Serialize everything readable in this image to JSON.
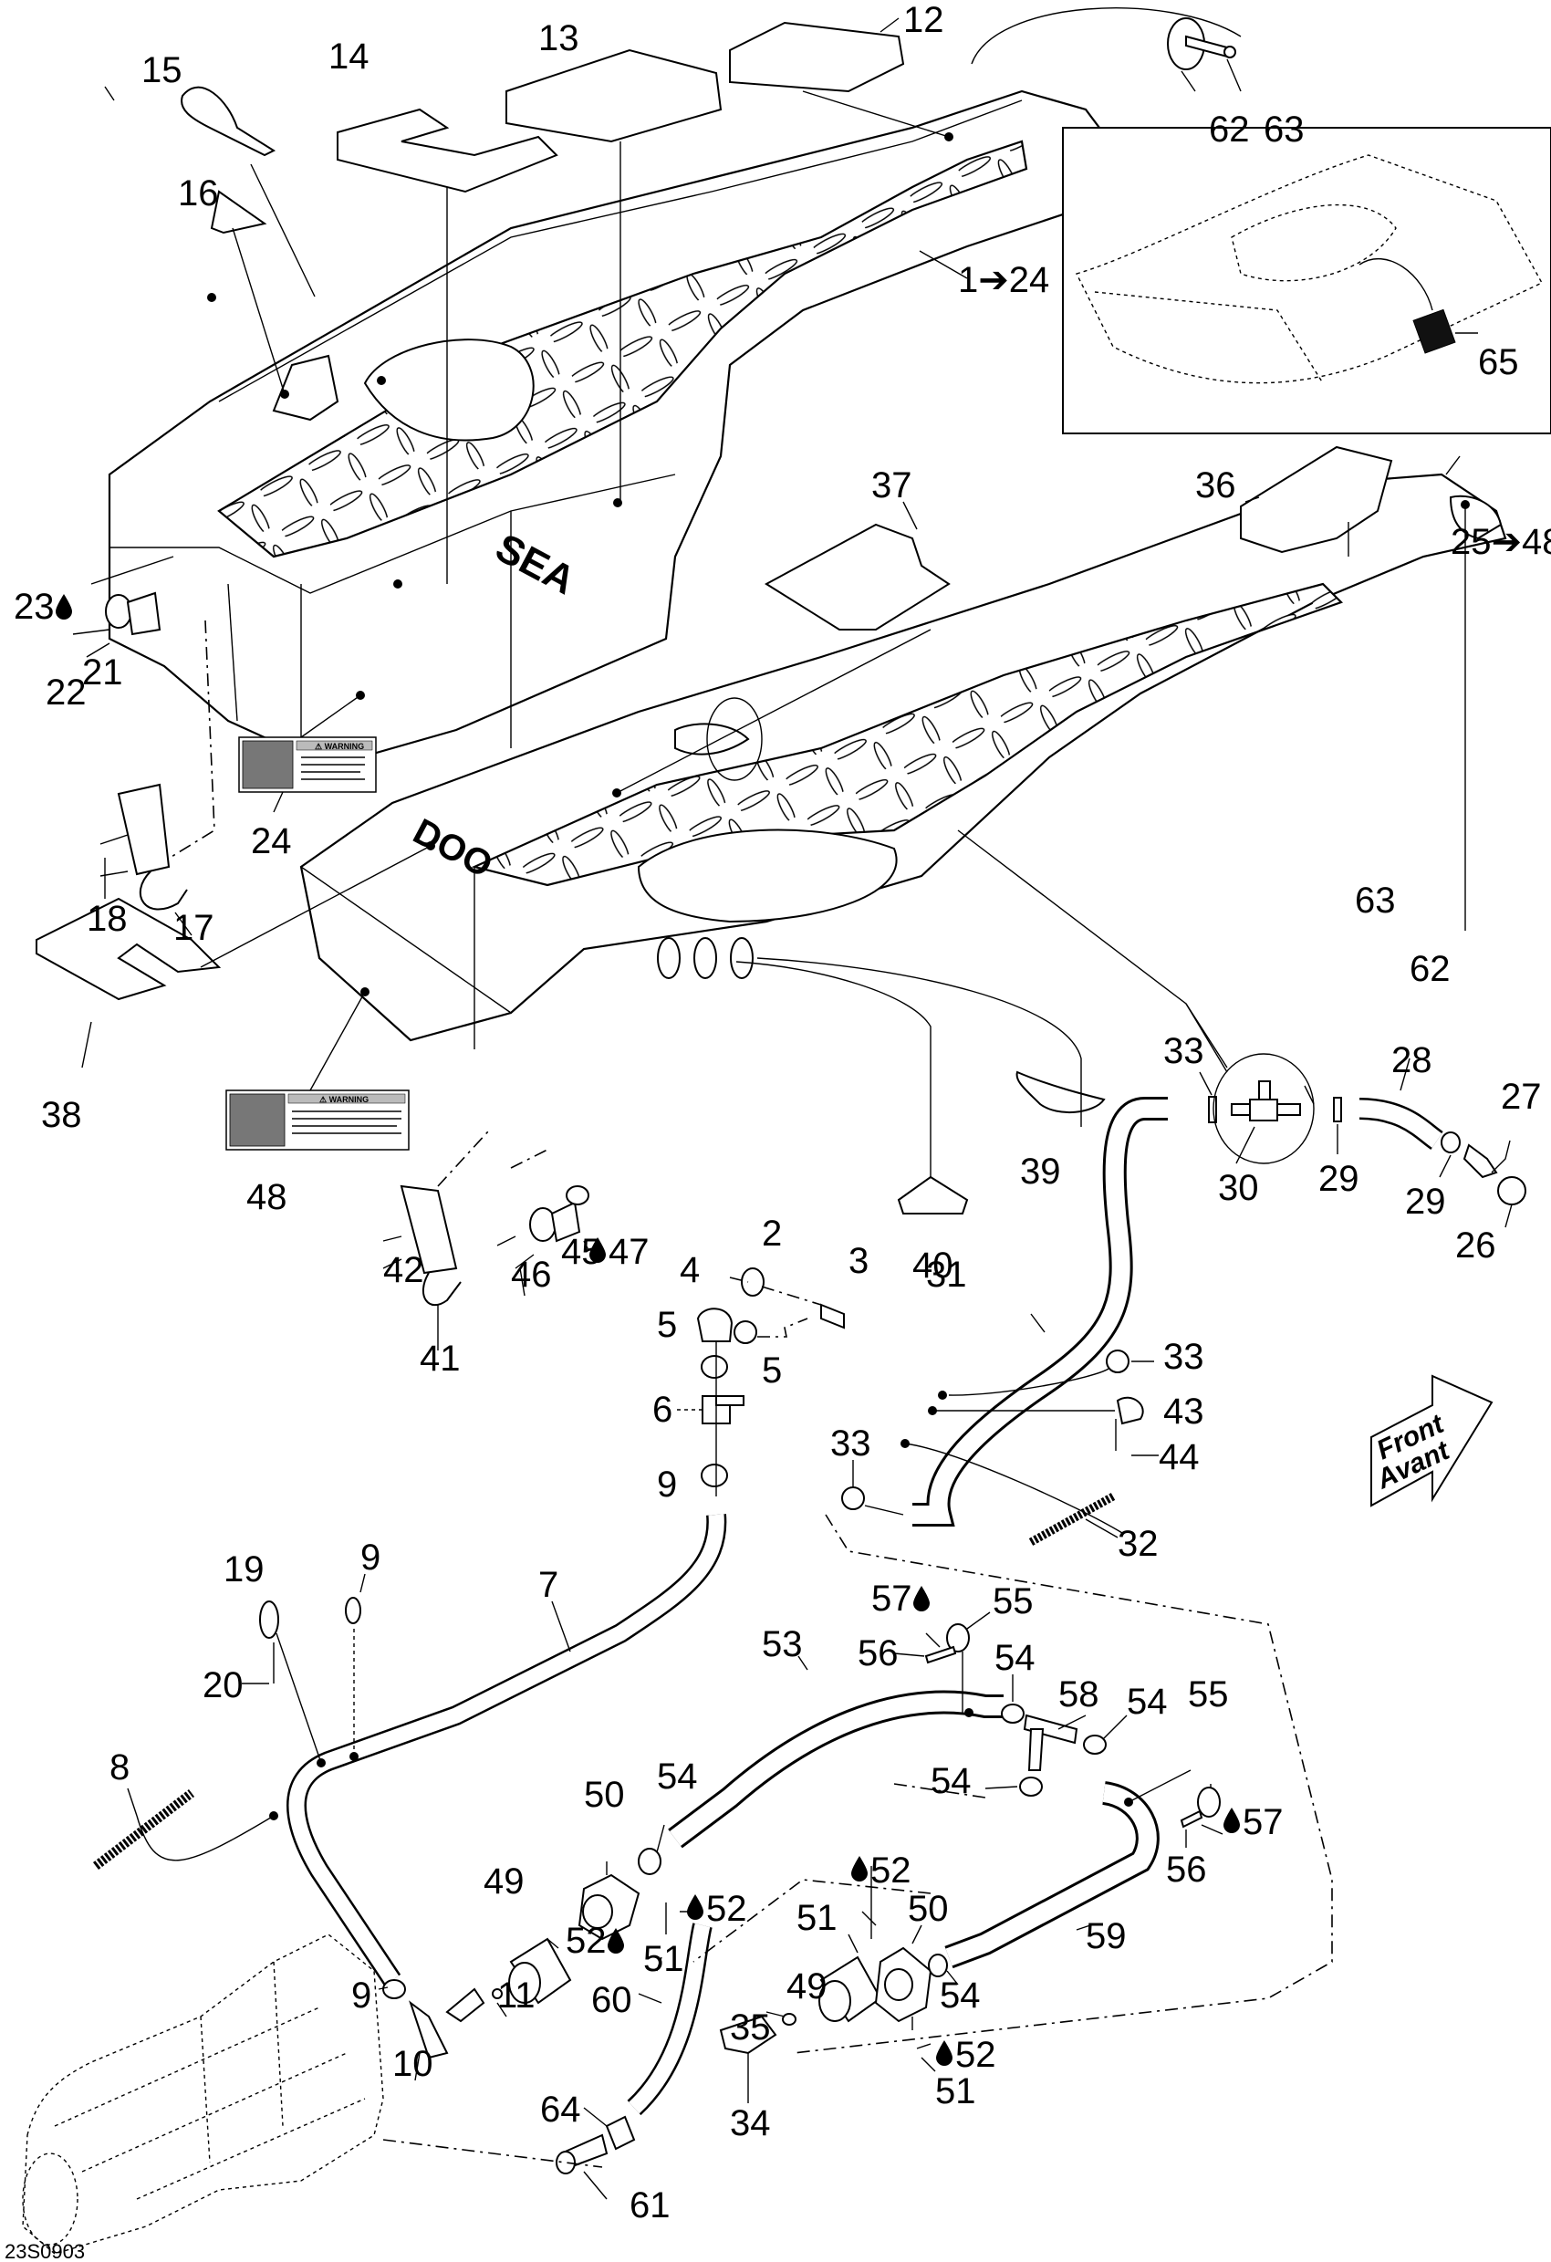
{
  "diagram": {
    "drawing_number": "23S0903",
    "front_arrow": {
      "line1": "Front",
      "line2": "Avant"
    },
    "warning_decal_header": "⚠ WARNING",
    "callouts": {
      "c1_24": "1➔24",
      "c25_48": "25➔48",
      "c2": "2",
      "c3": "3",
      "c4": "4",
      "c5a": "5",
      "c5b": "5",
      "c6": "6",
      "c7": "7",
      "c8": "8",
      "c9a": "9",
      "c9b": "9",
      "c9c": "9",
      "c10": "10",
      "c11": "11",
      "c12": "12",
      "c13": "13",
      "c14": "14",
      "c15": "15",
      "c16": "16",
      "c17": "17",
      "c18": "18",
      "c19": "19",
      "c20": "20",
      "c21": "21",
      "c22": "22",
      "c23": "23",
      "c24": "24",
      "c26": "26",
      "c27": "27",
      "c28": "28",
      "c29a": "29",
      "c29b": "29",
      "c30": "30",
      "c31": "31",
      "c32": "32",
      "c33a": "33",
      "c33b": "33",
      "c33c": "33",
      "c34": "34",
      "c35": "35",
      "c36": "36",
      "c37": "37",
      "c38": "38",
      "c39": "39",
      "c40": "40",
      "c41": "41",
      "c42": "42",
      "c43": "43",
      "c44": "44",
      "c45": "45",
      "c46": "46",
      "c47": "47",
      "c48": "48",
      "c49a": "49",
      "c49b": "49",
      "c50a": "50",
      "c50b": "50",
      "c51a": "51",
      "c51b": "51",
      "c51c": "51",
      "c52a": "52",
      "c52b": "52",
      "c52c": "52",
      "c52d": "52",
      "c53": "53",
      "c54a": "54",
      "c54b": "54",
      "c54c": "54",
      "c54d": "54",
      "c54e": "54",
      "c55a": "55",
      "c55b": "55",
      "c56a": "56",
      "c56b": "56",
      "c57a": "57",
      "c57b": "57",
      "c58": "58",
      "c59": "59",
      "c60": "60",
      "c61": "61",
      "c62a": "62",
      "c62b": "62",
      "c63a": "63",
      "c63b": "63",
      "c64": "64",
      "c65": "65"
    },
    "sealant_marker_icon": "drop-icon",
    "sealant_marked_items": [
      "23",
      "47",
      "52",
      "57"
    ]
  }
}
